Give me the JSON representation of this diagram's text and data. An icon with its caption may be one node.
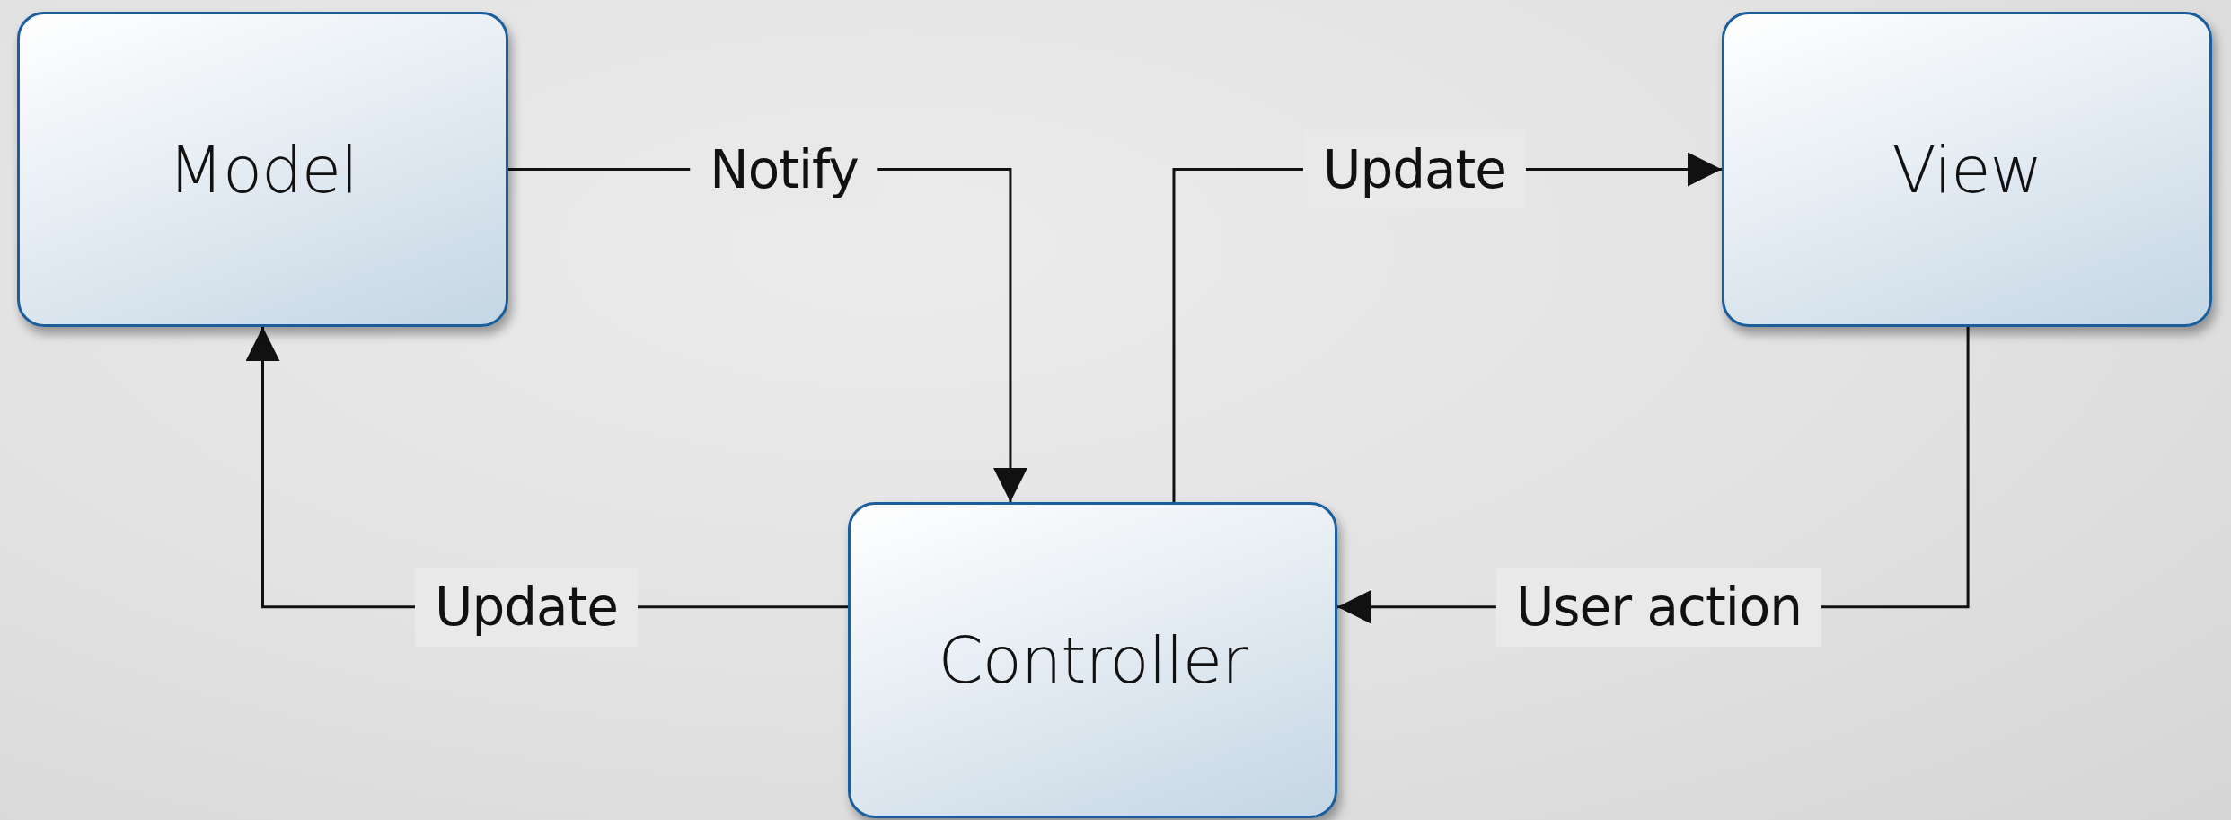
{
  "diagram": {
    "nodes": [
      {
        "text": [
          "Model"
        ]
      },
      {
        "text": [
          "View"
        ]
      },
      {
        "text": [
          "Controller"
        ]
      }
    ],
    "edges": [
      {
        "from": 0,
        "to": 2,
        "arrow": "to",
        "label": "Notify"
      },
      {
        "from": 2,
        "to": 1,
        "arrow": "to",
        "label": "Update"
      },
      {
        "from": 1,
        "to": 2,
        "arrow": "to",
        "label": "User action"
      },
      {
        "from": 2,
        "to": 0,
        "arrow": "to",
        "label": "Update"
      }
    ]
  }
}
